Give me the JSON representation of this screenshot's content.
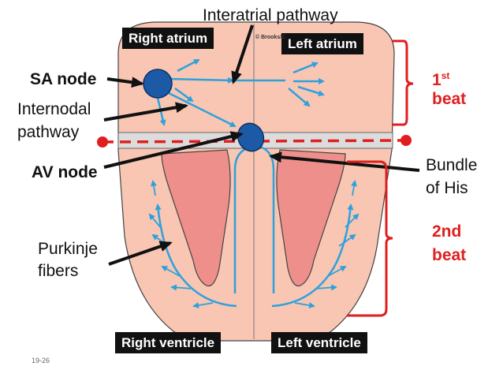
{
  "labels": {
    "interatrial": "Interatrial pathway",
    "right_atrium": "Right atrium",
    "left_atrium": "Left atrium",
    "right_ventricle": "Right ventricle",
    "left_ventricle": "Left ventricle",
    "sa_node": "SA node",
    "internodal_line1": "Internodal",
    "internodal_line2": "pathway",
    "av_node": "AV node",
    "purkinje_line1": "Purkinje",
    "purkinje_line2": "fibers",
    "bundle_line1": "Bundle",
    "bundle_line2": "of His",
    "first_beat_num": "1",
    "first_beat_sup": "st",
    "first_beat_word": "beat",
    "second_beat_line1": "2nd",
    "second_beat_line2": "beat",
    "copyright": "© Brooks/C",
    "slide_number": "19-26"
  },
  "colors": {
    "heart_fill": "#f8c6b3",
    "ventricle_chamber": "#ef8f8c",
    "septum_band": "#dcdcdc",
    "pathway_blue": "#2ea1dc",
    "node_blue": "#1d5aa6",
    "dashed_red": "#e01e1e",
    "bracket_red": "#e01e1e"
  },
  "icons": [
    "sa-node-circle",
    "av-node-circle",
    "pointer-arrow"
  ]
}
